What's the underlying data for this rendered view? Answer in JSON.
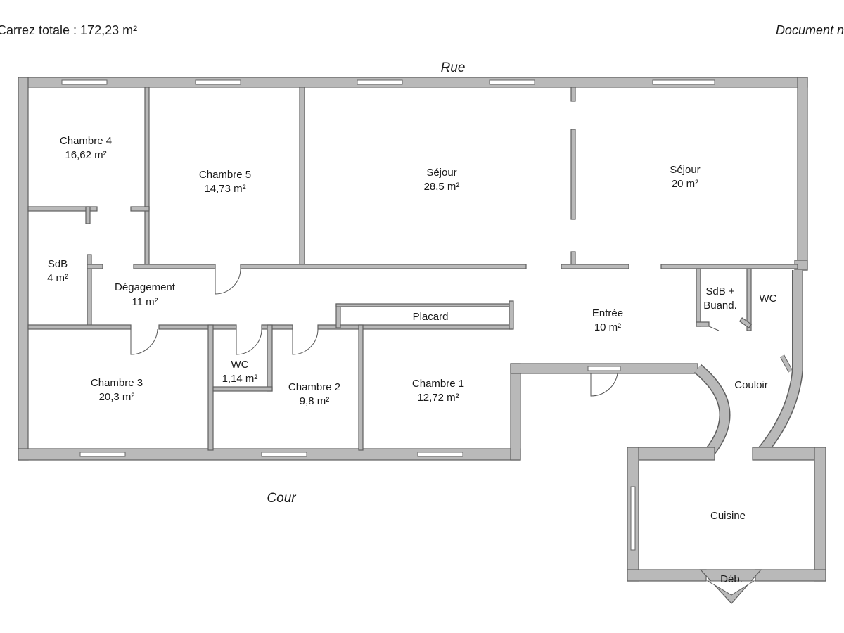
{
  "header": {
    "left_text": "Carrez totale :  172,23 m²",
    "right_text": "Document n"
  },
  "streets": {
    "top": "Rue",
    "bottom": "Cour"
  },
  "rooms": {
    "chambre4": {
      "name": "Chambre 4",
      "area": "16,62 m²"
    },
    "chambre5": {
      "name": "Chambre 5",
      "area": "14,73 m²"
    },
    "sejour1": {
      "name": "Séjour",
      "area": "28,5 m²"
    },
    "sejour2": {
      "name": "Séjour",
      "area": "20 m²"
    },
    "sdb": {
      "name": "SdB",
      "area": "4 m²"
    },
    "degagement": {
      "name": "Dégagement",
      "area": "11 m²"
    },
    "placard": {
      "name": "Placard"
    },
    "entree": {
      "name": "Entrée",
      "area": "10 m²"
    },
    "sdb_buand": {
      "name": "SdB +",
      "name2": "Buand."
    },
    "wc_right": {
      "name": "WC"
    },
    "couloir": {
      "name": "Couloir"
    },
    "chambre3": {
      "name": "Chambre 3",
      "area": "20,3 m²"
    },
    "wc_small": {
      "name": "WC",
      "area": "1,14 m²"
    },
    "chambre2": {
      "name": "Chambre 2",
      "area": "9,8 m²"
    },
    "chambre1": {
      "name": "Chambre 1",
      "area": "12,72 m²"
    },
    "cuisine": {
      "name": "Cuisine"
    },
    "deb": {
      "name": "Déb."
    }
  },
  "colors": {
    "wall_fill": "#b9b9b9",
    "wall_stroke": "#5f5f5f",
    "background": "#ffffff"
  }
}
